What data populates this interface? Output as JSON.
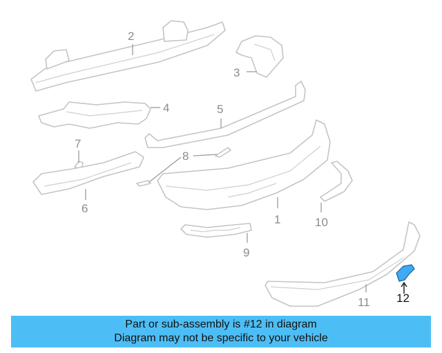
{
  "diagram": {
    "callouts": [
      {
        "id": "2",
        "label": "2"
      },
      {
        "id": "3",
        "label": "3"
      },
      {
        "id": "4",
        "label": "4"
      },
      {
        "id": "5",
        "label": "5"
      },
      {
        "id": "7",
        "label": "7"
      },
      {
        "id": "8",
        "label": "8"
      },
      {
        "id": "6",
        "label": "6"
      },
      {
        "id": "1",
        "label": "1"
      },
      {
        "id": "10",
        "label": "10"
      },
      {
        "id": "9",
        "label": "9"
      },
      {
        "id": "11",
        "label": "11"
      },
      {
        "id": "12",
        "label": "12"
      }
    ],
    "highlighted_part": "12",
    "highlight_color": "#3fa9f5"
  },
  "banner": {
    "line1": "Part or sub-assembly is #12 in diagram",
    "line2": "Diagram may not be specific to your vehicle",
    "background": "#4dbef5"
  }
}
